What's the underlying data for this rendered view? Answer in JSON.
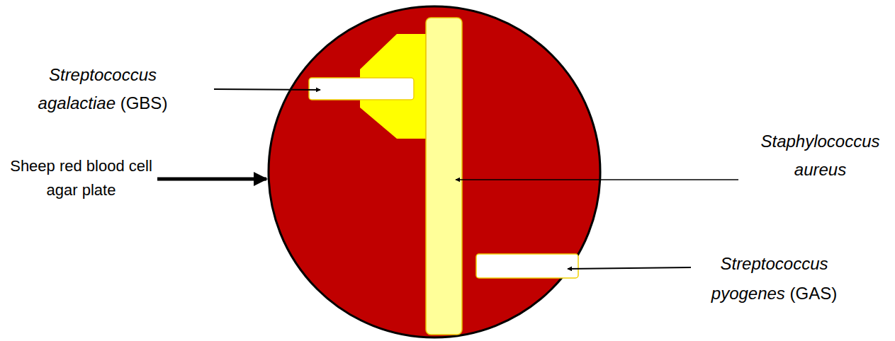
{
  "diagram": {
    "labels": [
      "Streptococcus agalactiae (GBS)",
      "Sheep red blood cell agar plate",
      "Staphylococcus aureus",
      "Streptococcus pyogenes (GAS)"
    ]
  }
}
